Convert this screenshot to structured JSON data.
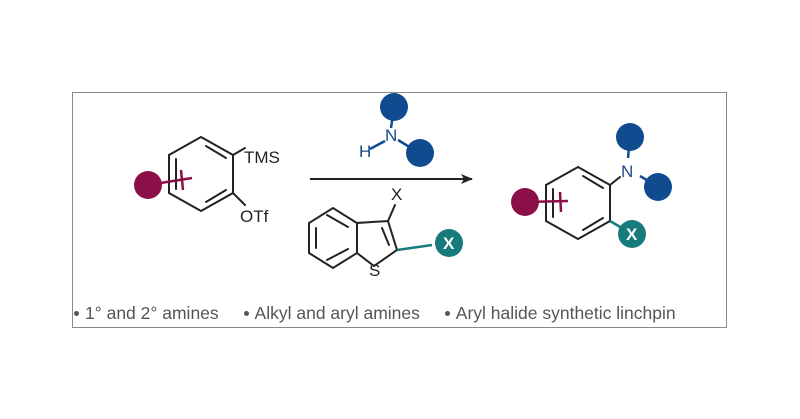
{
  "colors": {
    "maroon": "#8b1048",
    "navy": "#114b8f",
    "teal": "#177b7b",
    "bond": "#222222",
    "frame": "#8a8a8a",
    "bullet_text": "#555555"
  },
  "reactant": {
    "tms_label": "TMS",
    "otf_label": "OTf"
  },
  "amine": {
    "h_label": "H",
    "n_label": "N"
  },
  "benzothiophene": {
    "x_label": "X",
    "s_label": "S",
    "x2_label": "X"
  },
  "product": {
    "n_label": "N",
    "x_label": "X"
  },
  "bullets": [
    "1° and 2° amines",
    "Alkyl and aryl amines",
    "Aryl halide synthetic linchpin"
  ]
}
